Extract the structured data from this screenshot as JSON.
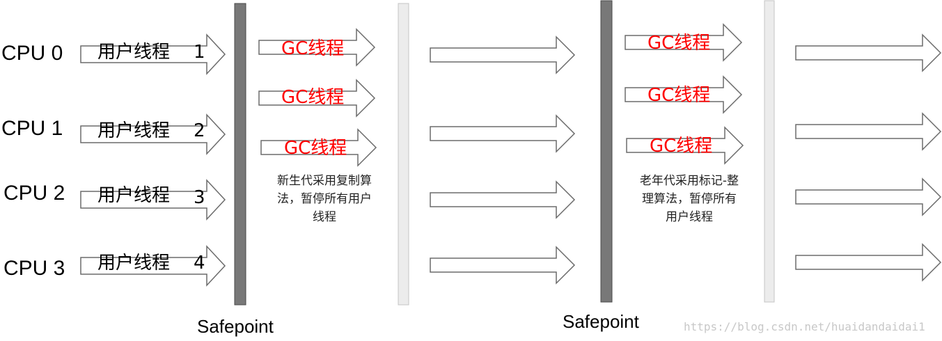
{
  "cpus": [
    "CPU 0",
    "CPU 1",
    "CPU 2",
    "CPU 3"
  ],
  "user_thread_label": "用户线程",
  "user_thread_numbers": [
    "1",
    "2",
    "3",
    "4"
  ],
  "gc_thread_label": "GC线程",
  "safepoint_label": "Safepoint",
  "young_gen_note": [
    "新生代采用复制算",
    "法，暂停所有用户",
    "线程"
  ],
  "old_gen_note": [
    "老年代采用标记-整",
    "理算法，暂停所有",
    "用户线程"
  ],
  "watermark": "https://blog.csdn.net/huaidandaidai1",
  "colors": {
    "gc_text": "#ff0000",
    "safepoint_bar": "#787878",
    "resume_bar": "#ececec"
  }
}
